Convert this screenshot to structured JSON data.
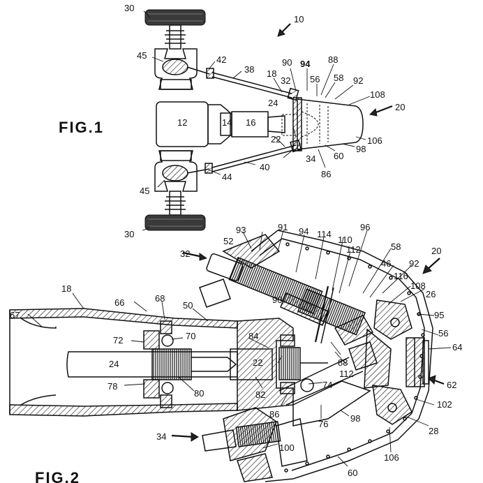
{
  "figures": {
    "fig1_label": "FIG.1",
    "fig2_label": "FIG.2"
  },
  "labels": [
    {
      "id": "l10",
      "text": "10"
    },
    {
      "id": "l30a",
      "text": "30"
    },
    {
      "id": "l45a",
      "text": "45"
    },
    {
      "id": "l42",
      "text": "42"
    },
    {
      "id": "l38",
      "text": "38"
    },
    {
      "id": "l18a",
      "text": "18"
    },
    {
      "id": "l90a",
      "text": "90"
    },
    {
      "id": "l94a",
      "text": "94"
    },
    {
      "id": "l88a",
      "text": "88"
    },
    {
      "id": "l32a",
      "text": "32"
    },
    {
      "id": "l56a",
      "text": "56"
    },
    {
      "id": "l58a",
      "text": "58"
    },
    {
      "id": "l92a",
      "text": "92"
    },
    {
      "id": "l108a",
      "text": "108"
    },
    {
      "id": "l20a",
      "text": "20"
    },
    {
      "id": "l24a",
      "text": "24"
    },
    {
      "id": "l12",
      "text": "12"
    },
    {
      "id": "l14",
      "text": "14"
    },
    {
      "id": "l16",
      "text": "16"
    },
    {
      "id": "l22a",
      "text": "22"
    },
    {
      "id": "l106a",
      "text": "106"
    },
    {
      "id": "l98a",
      "text": "98"
    },
    {
      "id": "l34a",
      "text": "34"
    },
    {
      "id": "l60a",
      "text": "60"
    },
    {
      "id": "l40",
      "text": "40"
    },
    {
      "id": "l86a",
      "text": "86"
    },
    {
      "id": "l44",
      "text": "44"
    },
    {
      "id": "l45b",
      "text": "45"
    },
    {
      "id": "l30b",
      "text": "30"
    },
    {
      "id": "l93",
      "text": "93"
    },
    {
      "id": "l91",
      "text": "91"
    },
    {
      "id": "l94b",
      "text": "94"
    },
    {
      "id": "l114",
      "text": "114"
    },
    {
      "id": "l96",
      "text": "96"
    },
    {
      "id": "l52",
      "text": "52"
    },
    {
      "id": "l110",
      "text": "110"
    },
    {
      "id": "l112a",
      "text": "112"
    },
    {
      "id": "l58b",
      "text": "58"
    },
    {
      "id": "l20b",
      "text": "20"
    },
    {
      "id": "l32b",
      "text": "32"
    },
    {
      "id": "l46",
      "text": "46"
    },
    {
      "id": "l92b",
      "text": "92"
    },
    {
      "id": "l116",
      "text": "116"
    },
    {
      "id": "l108b",
      "text": "108"
    },
    {
      "id": "l26",
      "text": "26"
    },
    {
      "id": "l18b",
      "text": "18"
    },
    {
      "id": "l90b",
      "text": "90"
    },
    {
      "id": "l66",
      "text": "66"
    },
    {
      "id": "l68",
      "text": "68"
    },
    {
      "id": "l50",
      "text": "50"
    },
    {
      "id": "l95",
      "text": "95"
    },
    {
      "id": "l67",
      "text": "67"
    },
    {
      "id": "l56b",
      "text": "56"
    },
    {
      "id": "l70",
      "text": "70"
    },
    {
      "id": "l64",
      "text": "64"
    },
    {
      "id": "l72",
      "text": "72"
    },
    {
      "id": "l84",
      "text": "84"
    },
    {
      "id": "l24b",
      "text": "24"
    },
    {
      "id": "l22b",
      "text": "22"
    },
    {
      "id": "l88b",
      "text": "88"
    },
    {
      "id": "l112b",
      "text": "112"
    },
    {
      "id": "l62",
      "text": "62"
    },
    {
      "id": "l78",
      "text": "78"
    },
    {
      "id": "l80",
      "text": "80"
    },
    {
      "id": "l82",
      "text": "82"
    },
    {
      "id": "l74",
      "text": "74"
    },
    {
      "id": "l102",
      "text": "102"
    },
    {
      "id": "l86b",
      "text": "86"
    },
    {
      "id": "l76",
      "text": "76"
    },
    {
      "id": "l98b",
      "text": "98"
    },
    {
      "id": "l28",
      "text": "28"
    },
    {
      "id": "l34b",
      "text": "34"
    },
    {
      "id": "l100",
      "text": "100"
    },
    {
      "id": "l106b",
      "text": "106"
    },
    {
      "id": "l60b",
      "text": "60"
    }
  ]
}
